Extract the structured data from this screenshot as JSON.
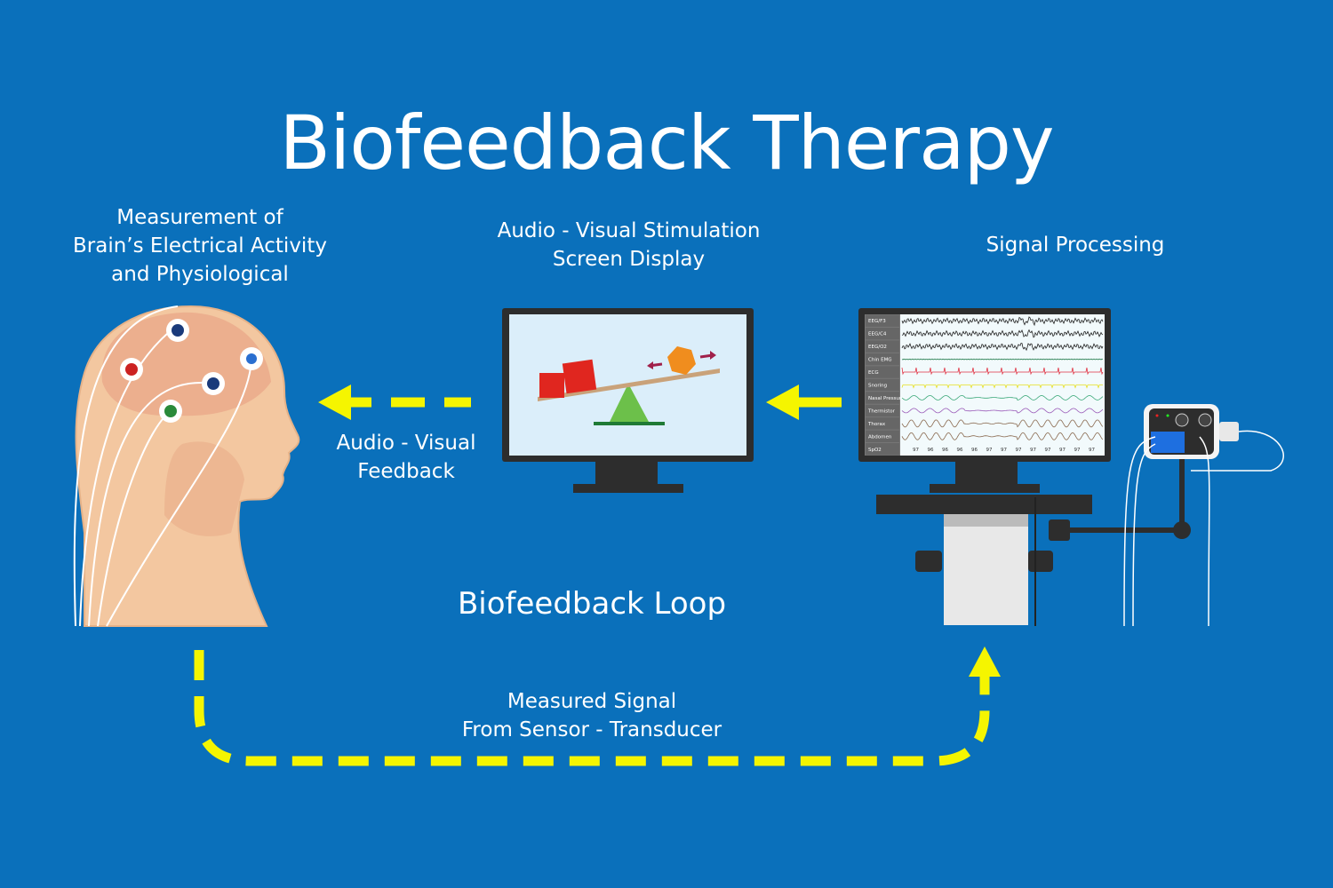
{
  "title": "Biofeedback Therapy",
  "labels": {
    "measurement": [
      "Measurement of",
      "Brain’s Electrical Activity",
      "and Physiological"
    ],
    "stimulation": [
      "Audio - Visual Stimulation",
      "Screen Display"
    ],
    "signal_processing": "Signal Processing",
    "feedback": [
      "Audio - Visual",
      "Feedback"
    ],
    "loop": "Biofeedback Loop",
    "measured_signal": [
      "Measured Signal",
      "From Sensor - Transducer"
    ]
  },
  "monitor": {
    "channels": [
      "EEG/F3",
      "EEG/C4",
      "EEG/O2",
      "Chin EMG",
      "ECG",
      "Snoring",
      "Nasal Pressure",
      "Thermistor",
      "Thorax",
      "Abdomen",
      "SpO2"
    ],
    "spo2_values": [
      "97",
      "96",
      "96",
      "96",
      "96",
      "97",
      "97",
      "97",
      "97",
      "97",
      "97",
      "97",
      "97"
    ]
  },
  "colors": {
    "background": "#0a70bb",
    "arrow": "#f5f500",
    "skin": "#f3c7a0"
  }
}
